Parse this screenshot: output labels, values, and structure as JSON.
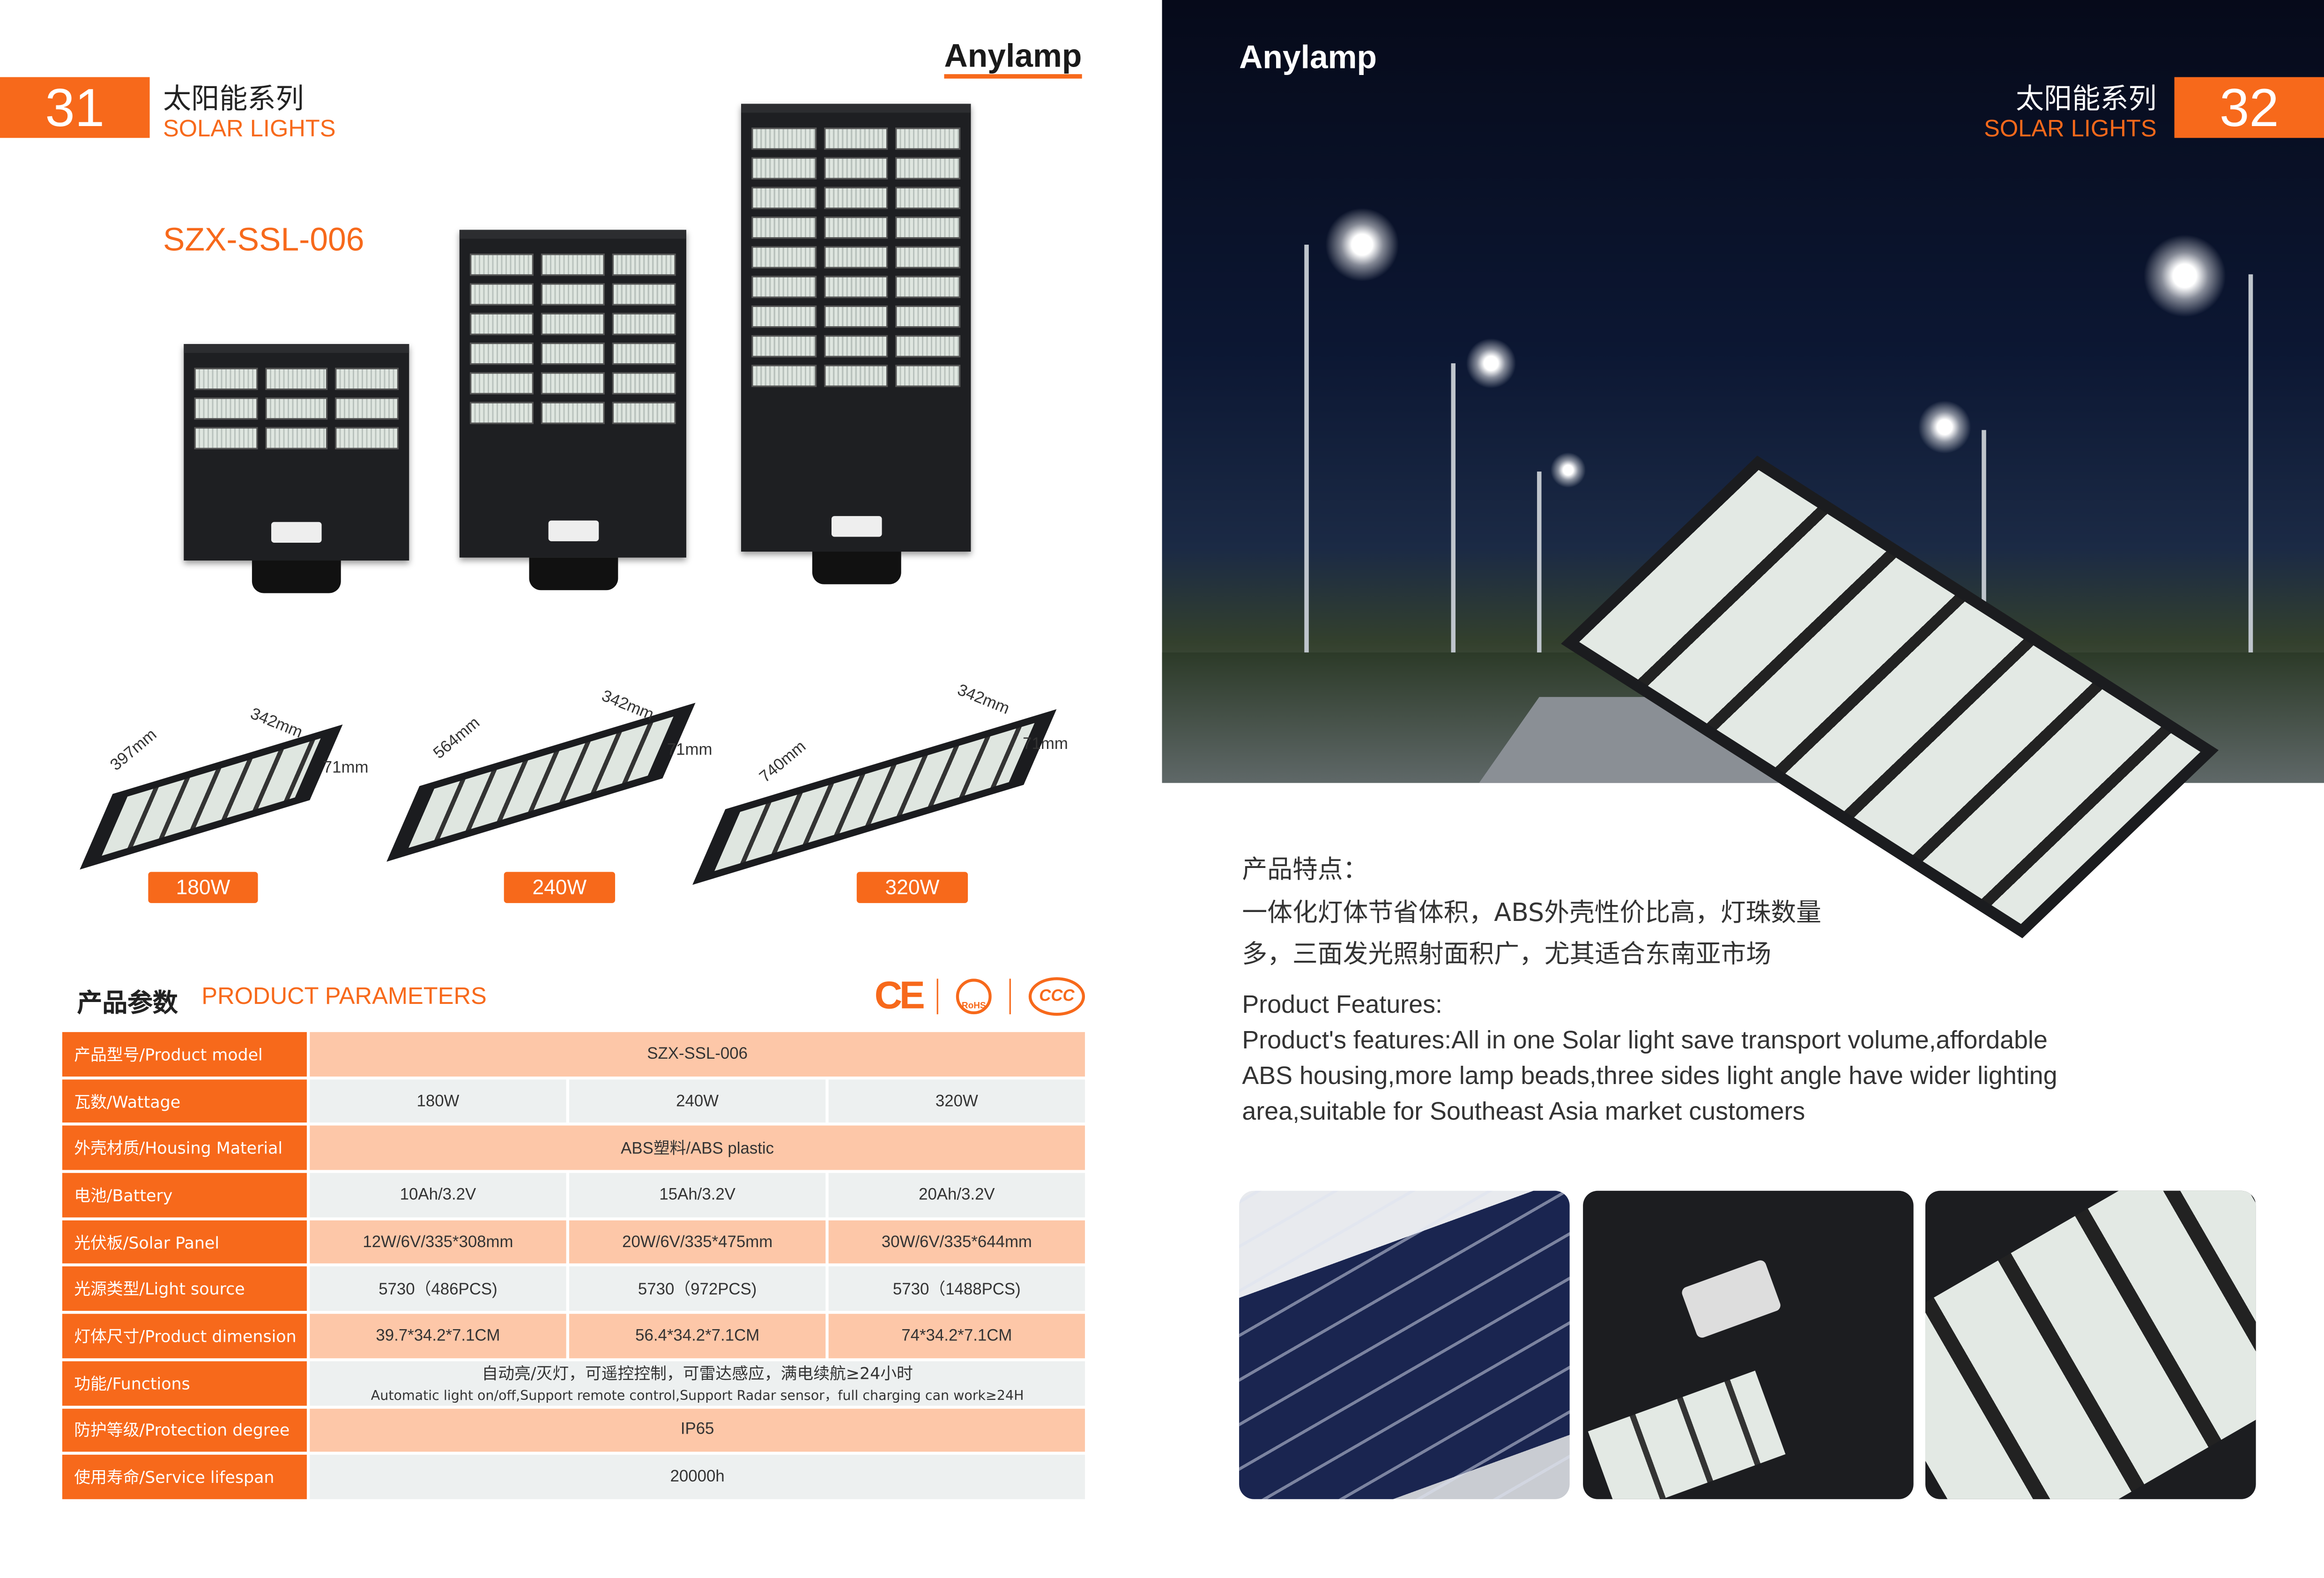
{
  "left_page": {
    "page_number": "31",
    "title_zh": "太阳能系列",
    "title_en": "SOLAR LIGHTS",
    "brand": "Anylamp",
    "model": "SZX-SSL-006",
    "variants": [
      {
        "wattage": "180W",
        "dims": [
          "397mm",
          "342mm",
          "71mm"
        ]
      },
      {
        "wattage": "240W",
        "dims": [
          "564mm",
          "342mm",
          "71mm"
        ]
      },
      {
        "wattage": "320W",
        "dims": [
          "740mm",
          "342mm",
          "71mm"
        ]
      }
    ],
    "params_title_zh": "产品参数",
    "params_title_en": "PRODUCT PARAMETERS",
    "certifications": [
      "CE",
      "RoHS",
      "CCC"
    ],
    "table": [
      {
        "label": "产品型号/Product model",
        "values": [
          "SZX-SSL-006"
        ]
      },
      {
        "label": "瓦数/Wattage",
        "values": [
          "180W",
          "240W",
          "320W"
        ]
      },
      {
        "label": "外壳材质/Housing Material",
        "values": [
          "ABS塑料/ABS plastic"
        ]
      },
      {
        "label": "电池/Battery",
        "values": [
          "10Ah/3.2V",
          "15Ah/3.2V",
          "20Ah/3.2V"
        ]
      },
      {
        "label": "光伏板/Solar Panel",
        "values": [
          "12W/6V/335*308mm",
          "20W/6V/335*475mm",
          "30W/6V/335*644mm"
        ]
      },
      {
        "label": "光源类型/Light source",
        "values": [
          "5730（486PCS)",
          "5730（972PCS)",
          "5730（1488PCS)"
        ]
      },
      {
        "label": "灯体尺寸/Product dimension",
        "values": [
          "39.7*34.2*7.1CM",
          "56.4*34.2*7.1CM",
          "74*34.2*7.1CM"
        ]
      },
      {
        "label": "功能/Functions",
        "values": [
          "自动亮/灭灯，可遥控控制，可雷达感应，满电续航≥24小时"
        ],
        "sub": "Automatic light on/off,Support remote control,Support Radar sensor，full charging can work≥24H"
      },
      {
        "label": "防护等级/Protection degree",
        "values": [
          "IP65"
        ]
      },
      {
        "label": "使用寿命/Service lifespan",
        "values": [
          "20000h"
        ]
      }
    ]
  },
  "right_page": {
    "page_number": "32",
    "title_zh": "太阳能系列",
    "title_en": "SOLAR LIGHTS",
    "brand": "Anylamp",
    "features_zh_title": "产品特点：",
    "features_zh_lines": [
      "一体化灯体节省体积，ABS外壳性价比高，灯珠数量",
      "多，三面发光照射面积广，尤其适合东南亚市场"
    ],
    "features_en_title": "Product Features:",
    "features_en_lines": [
      "Product's features:All in one Solar light save transport volume,affordable",
      "ABS housing,more lamp beads,three sides light angle have wider lighting",
      "area,suitable for Southeast Asia market customers"
    ]
  },
  "colors": {
    "accent": "#f7691b",
    "peach": "#fdc7a8",
    "grey": "#edf0f0"
  }
}
